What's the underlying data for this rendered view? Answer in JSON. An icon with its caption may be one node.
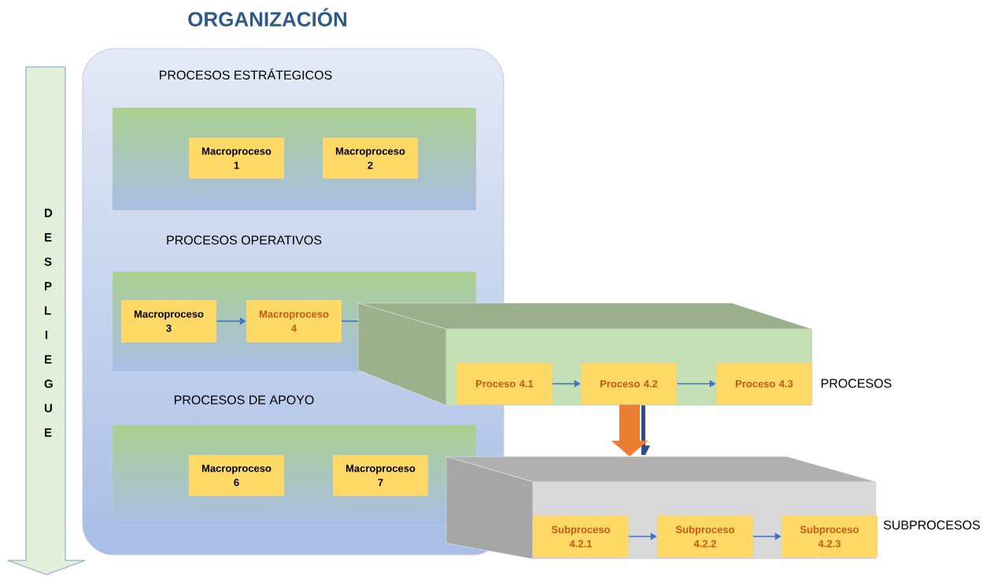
{
  "diagram": {
    "title": "ORGANIZACIÓN",
    "nodes": [
      {
        "text": [
          "DESPLIEGUE"
        ]
      },
      {
        "text": [],
        "shape": "box"
      },
      {
        "text": [
          "PROCESOS ESTRÁTEGICOS"
        ],
        "in": 1
      },
      {
        "text": [
          "Macroproceso 1"
        ],
        "in": 2
      },
      {
        "text": [
          "Macroproceso 2"
        ],
        "in": 2
      },
      {
        "text": [
          "PROCESOS OPERATIVOS"
        ],
        "in": 1
      },
      {
        "text": [
          "Macroproceso 3"
        ],
        "in": 5
      },
      {
        "text": [
          "Macroproceso 4"
        ],
        "in": 5
      },
      {
        "text": [
          "PROCESOS DE APOYO"
        ],
        "in": 1
      },
      {
        "text": [
          "Macroproceso 6"
        ],
        "in": 8
      },
      {
        "text": [
          "Macroproceso 7"
        ],
        "in": 8
      },
      {
        "text": [
          "PROCESOS"
        ]
      },
      {
        "text": [
          "Proceso 4.1"
        ],
        "in": 11
      },
      {
        "text": [
          "Proceso 4.2"
        ],
        "in": 11
      },
      {
        "text": [
          "Proceso 4.3"
        ],
        "in": 11
      },
      {
        "text": [
          "SUBPROCESOS"
        ]
      },
      {
        "text": [
          "Subproceso 4.2.1"
        ],
        "in": 15
      },
      {
        "text": [
          "Subproceso 4.2.2"
        ],
        "in": 15
      },
      {
        "text": [
          "Subproceso 4.2.3"
        ],
        "in": 15
      }
    ],
    "edges": [
      {
        "from": 6,
        "to": 7,
        "arrow": "to"
      },
      {
        "from": 7,
        "to": 11,
        "arrow": "none"
      },
      {
        "from": 12,
        "to": 13,
        "arrow": "to"
      },
      {
        "from": 13,
        "to": 14,
        "arrow": "to"
      },
      {
        "from": 13,
        "to": 15,
        "arrow": "to",
        "style": "thick",
        "color": "#ed7d31"
      },
      {
        "from": 16,
        "to": 17,
        "arrow": "to"
      },
      {
        "from": 17,
        "to": 18,
        "arrow": "to"
      }
    ]
  }
}
